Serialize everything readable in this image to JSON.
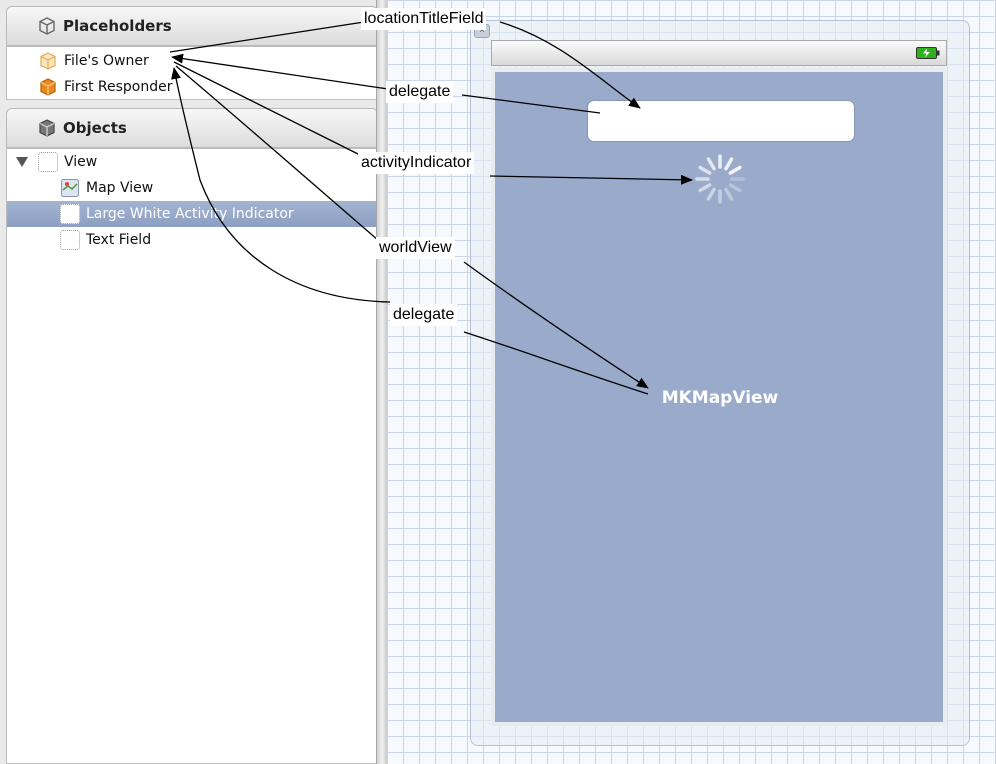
{
  "placeholders": {
    "header": "Placeholders",
    "items": [
      {
        "label": "File's Owner",
        "icon": "files-owner-cube-icon"
      },
      {
        "label": "First Responder",
        "icon": "first-responder-cube-icon"
      }
    ]
  },
  "objects": {
    "header": "Objects",
    "tree": [
      {
        "label": "View",
        "icon": "view-icon",
        "expanded": true,
        "selected": false
      },
      {
        "label": "Map View",
        "icon": "map-view-icon",
        "selected": false
      },
      {
        "label": "Large White Activity Indicator",
        "icon": "activity-indicator-icon",
        "selected": true
      },
      {
        "label": "Text Field",
        "icon": "text-field-icon",
        "selected": false
      }
    ]
  },
  "canvas": {
    "map_view_label": "MKMapView"
  },
  "annotations": {
    "location_title_field": "locationTitleField",
    "delegate_text_field": "delegate",
    "activity_indicator": "activityIndicator",
    "world_view": "worldView",
    "delegate_map_view": "delegate"
  },
  "colors": {
    "selection": "#98aacb",
    "map_view_background": "#9aaacb",
    "grid_line": "#c9d6e8"
  }
}
